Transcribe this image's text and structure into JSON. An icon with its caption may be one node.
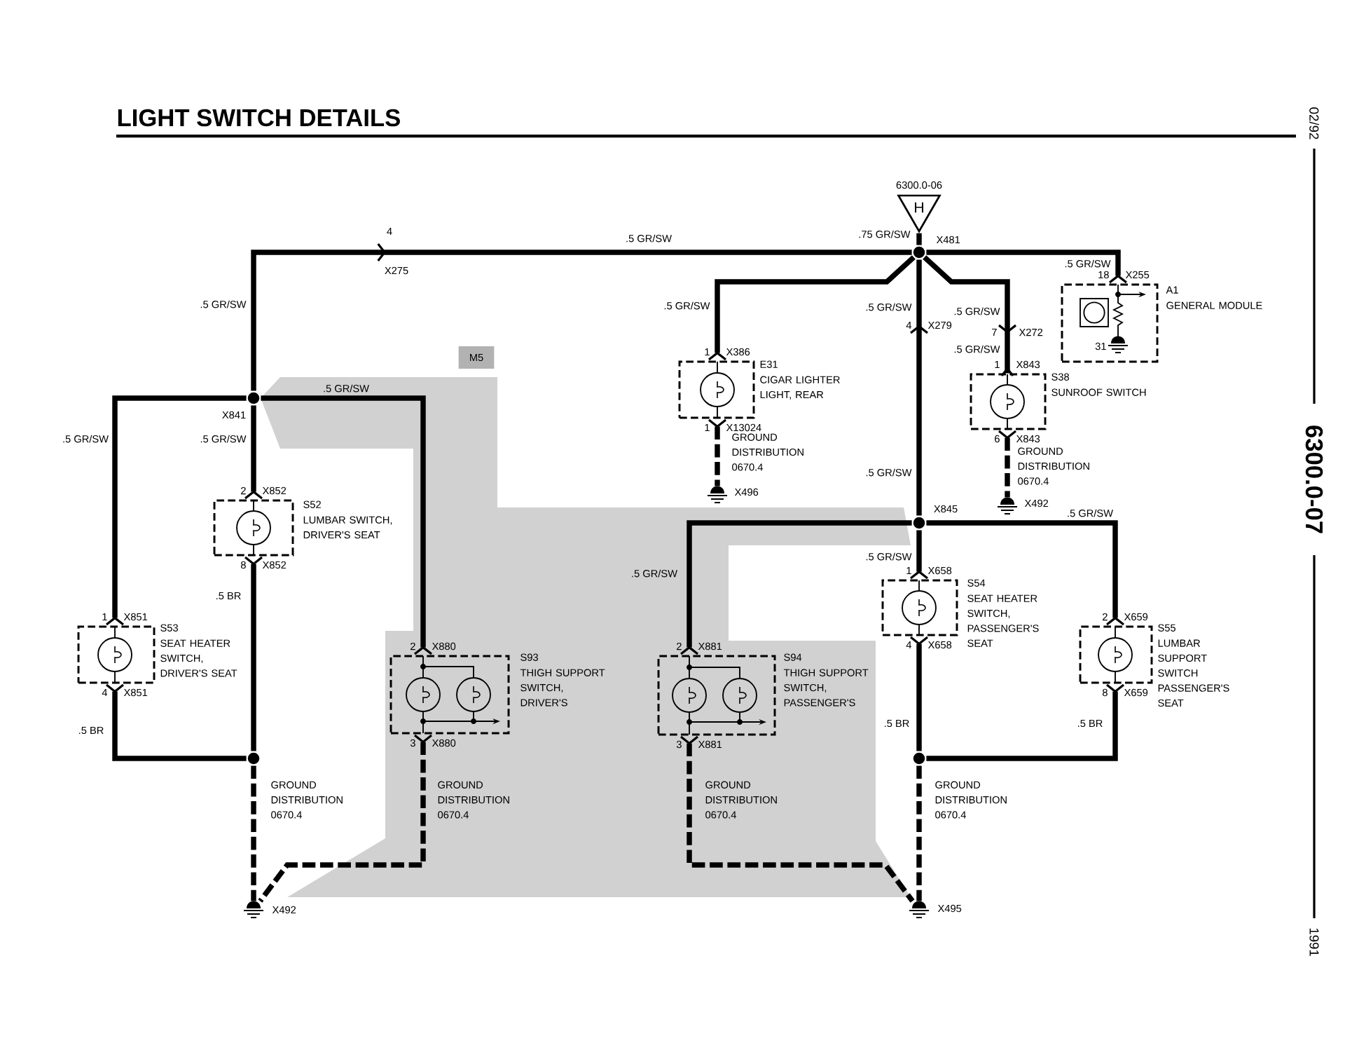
{
  "diagram": {
    "title": "LIGHT SWITCH DETAILS",
    "nodes": [
      {
        "text": [
          "H"
        ],
        "beside": [
          "6300.0-06"
        ]
      },
      {
        "text": [],
        "shape": "circle",
        "beside": [
          "X841"
        ]
      },
      {
        "text": [],
        "shape": "circle"
      },
      {
        "text": [],
        "shape": "circle"
      },
      {
        "text": [],
        "shape": "circle",
        "beside": [
          "X845"
        ]
      },
      {
        "text": [],
        "shape": "circle"
      },
      {
        "text": [],
        "shape": "ground",
        "beside": [
          "X492"
        ]
      },
      {
        "text": [],
        "shape": "ground",
        "beside": [
          "X496"
        ]
      },
      {
        "text": [],
        "shape": "ground",
        "beside": [
          "X495"
        ]
      },
      {
        "text": [],
        "shape": "ground",
        "beside": [
          "X492"
        ]
      },
      {
        "text": [
          "E31",
          "CIGAR LIGHTER LIGHT, REAR"
        ],
        "beside": [
          "1",
          "X386",
          "1",
          "X13024"
        ]
      },
      {
        "text": [
          "A1",
          "GENERAL MODULE"
        ],
        "beside": [
          "18",
          "X255"
        ]
      },
      {
        "text": [
          "S38",
          "SUNROOF SWITCH"
        ],
        "beside": [
          "1",
          "X843",
          "6",
          "X843"
        ]
      },
      {
        "text": [
          "S54",
          "SEAT HEATER SWITCH, PASSENGER'S SEAT"
        ],
        "beside": [
          "1",
          "X658",
          "4",
          "X658"
        ]
      },
      {
        "text": [
          "S55",
          "LUMBAR SUPPORT SWITCH PASSENGER'S SEAT"
        ],
        "beside": [
          "2",
          "X659",
          "8",
          "X659"
        ]
      },
      {
        "text": [
          "S94",
          "THIGH SUPPORT SWITCH, PASSENGER'S"
        ],
        "beside": [
          "2",
          "X881",
          "3",
          "X881"
        ]
      },
      {
        "text": [
          "M5"
        ]
      },
      {
        "text": [
          "S52",
          "LUMBAR SWITCH, DRIVER'S SEAT"
        ],
        "beside": [
          "2",
          "X852",
          "8",
          "X852"
        ]
      },
      {
        "text": [
          "S53",
          "SEAT HEATER SWITCH, DRIVER'S SEAT"
        ],
        "beside": [
          "1",
          "X851",
          "4",
          "X851"
        ]
      },
      {
        "text": [
          "S93",
          "THIGH SUPPORT SWITCH, DRIVER'S"
        ],
        "beside": [
          "2",
          "X880",
          "3",
          "X880"
        ]
      }
    ],
    "edges": [
      {
        "from": 0,
        "to": 3,
        "arrow": "none"
      },
      {
        "from": 1,
        "to": 3,
        "arrow": "to"
      },
      {
        "from": 3,
        "to": 10,
        "arrow": "other"
      },
      {
        "from": 4,
        "to": 3,
        "arrow": "to"
      },
      {
        "from": 3,
        "to": 12,
        "arrow": "to"
      },
      {
        "from": 3,
        "to": 11,
        "arrow": "other"
      },
      {
        "from": 10,
        "to": 7,
        "arrow": "other",
        "style": "dashed"
      },
      {
        "from": 12,
        "to": 9,
        "arrow": "other",
        "style": "dashed"
      },
      {
        "from": 1,
        "to": 18,
        "arrow": "other"
      },
      {
        "from": 1,
        "to": 17,
        "arrow": "other"
      },
      {
        "from": 1,
        "to": 19,
        "arrow": "other"
      },
      {
        "from": 17,
        "to": 2,
        "arrow": "other"
      },
      {
        "from": 18,
        "to": 2,
        "arrow": "other"
      },
      {
        "from": 2,
        "to": 6,
        "arrow": "none",
        "style": "dashed"
      },
      {
        "from": 19,
        "to": 6,
        "arrow": "other",
        "style": "dashed"
      },
      {
        "from": 4,
        "to": 15,
        "arrow": "other"
      },
      {
        "from": 4,
        "to": 13,
        "arrow": "other"
      },
      {
        "from": 4,
        "to": 14,
        "arrow": "other"
      },
      {
        "from": 13,
        "to": 5,
        "arrow": "other"
      },
      {
        "from": 14,
        "to": 5,
        "arrow": "other"
      },
      {
        "from": 5,
        "to": 8,
        "arrow": "none",
        "style": "dashed"
      },
      {
        "from": 15,
        "to": 8,
        "arrow": "other",
        "style": "dashed"
      }
    ],
    "labels": [
      "02/92",
      "4",
      ".5 GR/SW",
      ".75 GR/SW",
      "X481",
      "X275",
      ".5 GR/SW",
      ".5 GR/SW",
      ".5 GR/SW",
      ".5 GR/SW",
      ".5 GR/SW",
      "4",
      "X279",
      "7",
      "X272",
      ".5 GR/SW",
      "31",
      ".5 GR/SW",
      ".5 GR/SW",
      ".5 GR/SW",
      "GROUND DISTRIBUTION 0670.4",
      "GROUND DISTRIBUTION 0670.4",
      ".5 GR/SW",
      "6300.0-07",
      ".5 GR/SW",
      ".5 GR/SW",
      ".5 GR/SW",
      ".5 BR",
      ".5 BR",
      ".5 BR",
      ".5 BR",
      "GROUND DISTRIBUTION 0670.4",
      "GROUND DISTRIBUTION 0670.4",
      "GROUND DISTRIBUTION 0670.4",
      "GROUND DISTRIBUTION 0670.4",
      "1991"
    ]
  }
}
